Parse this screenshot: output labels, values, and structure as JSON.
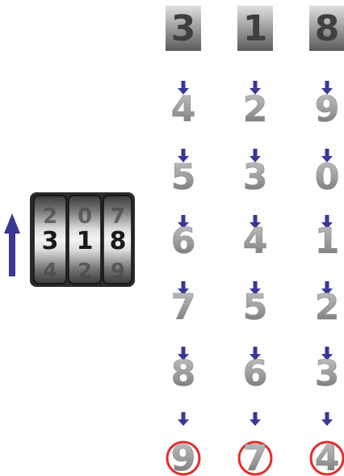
{
  "lock": {
    "wheels": [
      {
        "top": "2",
        "middle": "3",
        "bottom": "4"
      },
      {
        "top": "0",
        "middle": "1",
        "bottom": "2"
      },
      {
        "top": "7",
        "middle": "8",
        "bottom": "9"
      }
    ],
    "direction_icon": "up-arrow-icon"
  },
  "columns": [
    {
      "start": "3",
      "steps": [
        "4",
        "5",
        "6",
        "7",
        "8"
      ],
      "final": "9"
    },
    {
      "start": "1",
      "steps": [
        "2",
        "3",
        "4",
        "5",
        "6"
      ],
      "final": "7"
    },
    {
      "start": "8",
      "steps": [
        "9",
        "0",
        "1",
        "2",
        "3"
      ],
      "final": "4"
    }
  ],
  "step_icon": "down-arrow-icon",
  "colors": {
    "arrow": "#3a3796",
    "highlight_circle": "#e42b2b",
    "digit_light": "#b9b9b9",
    "digit_dark": "#6f6f6f",
    "box_light": "#d9d9d9",
    "box_dark": "#5a5a5a",
    "lock_body": "#2b2b2b"
  }
}
